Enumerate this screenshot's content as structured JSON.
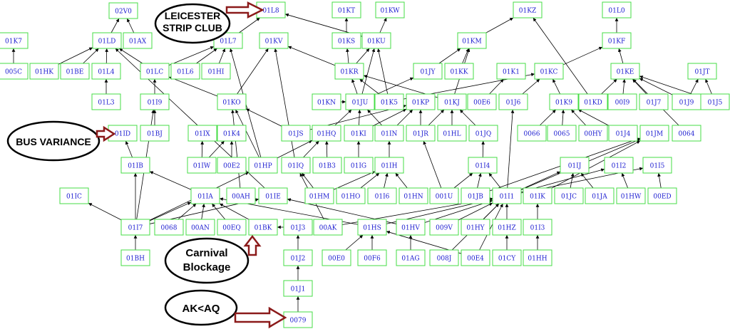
{
  "nodes": [
    {
      "id": "02V0",
      "label": "02V0"
    },
    {
      "id": "01L8",
      "label": "01L8"
    },
    {
      "id": "01KT",
      "label": "01KT"
    },
    {
      "id": "01KW",
      "label": "01KW"
    },
    {
      "id": "01KZ",
      "label": "01KZ"
    },
    {
      "id": "01L0",
      "label": "01L0"
    },
    {
      "id": "01K7",
      "label": "01K7"
    },
    {
      "id": "01LD",
      "label": "01LD"
    },
    {
      "id": "01AX",
      "label": "01AX"
    },
    {
      "id": "01L7",
      "label": "01L7"
    },
    {
      "id": "01KS",
      "label": "01KS"
    },
    {
      "id": "01KU",
      "label": "01KU"
    },
    {
      "id": "01KM",
      "label": "01KM"
    },
    {
      "id": "01KF",
      "label": "01KF"
    },
    {
      "id": "005C",
      "label": "005C"
    },
    {
      "id": "01HK",
      "label": "01HK"
    },
    {
      "id": "01BE",
      "label": "01BE"
    },
    {
      "id": "01L4",
      "label": "01L4"
    },
    {
      "id": "01LC",
      "label": "01LC"
    },
    {
      "id": "01L6",
      "label": "01L6"
    },
    {
      "id": "01HI",
      "label": "01HI"
    },
    {
      "id": "01KV",
      "label": "01KV"
    },
    {
      "id": "01KR",
      "label": "01KR"
    },
    {
      "id": "01JY",
      "label": "01JY"
    },
    {
      "id": "01KK",
      "label": "01KK"
    },
    {
      "id": "01K1",
      "label": "01K1"
    },
    {
      "id": "01KC",
      "label": "01KC"
    },
    {
      "id": "01KE",
      "label": "01KE"
    },
    {
      "id": "01JT",
      "label": "01JT"
    },
    {
      "id": "01L3",
      "label": "01L3"
    },
    {
      "id": "01I9",
      "label": "01I9"
    },
    {
      "id": "01KO",
      "label": "01KO"
    },
    {
      "id": "01KN",
      "label": "01KN"
    },
    {
      "id": "01JU",
      "label": "01JU"
    },
    {
      "id": "01K5",
      "label": "01K5"
    },
    {
      "id": "01KP",
      "label": "01KP"
    },
    {
      "id": "01KJ",
      "label": "01KJ"
    },
    {
      "id": "00E6",
      "label": "00E6"
    },
    {
      "id": "01J6",
      "label": "01J6"
    },
    {
      "id": "01K9",
      "label": "01K9"
    },
    {
      "id": "01KD",
      "label": "01KD"
    },
    {
      "id": "00I9",
      "label": "00I9"
    },
    {
      "id": "01J7",
      "label": "01J7"
    },
    {
      "id": "01J9",
      "label": "01J9"
    },
    {
      "id": "01J5",
      "label": "01J5"
    },
    {
      "id": "01ID",
      "label": "01ID"
    },
    {
      "id": "01BJ",
      "label": "01BJ"
    },
    {
      "id": "01IX",
      "label": "01IX"
    },
    {
      "id": "01K4",
      "label": "01K4"
    },
    {
      "id": "01JS",
      "label": "01JS"
    },
    {
      "id": "01HQ",
      "label": "01HQ"
    },
    {
      "id": "01KI",
      "label": "01KI"
    },
    {
      "id": "01IN",
      "label": "01IN"
    },
    {
      "id": "01JR",
      "label": "01JR"
    },
    {
      "id": "01HL",
      "label": "01HL"
    },
    {
      "id": "01JQ",
      "label": "01JQ"
    },
    {
      "id": "0066",
      "label": "0066"
    },
    {
      "id": "0065",
      "label": "0065"
    },
    {
      "id": "00HY",
      "label": "00HY"
    },
    {
      "id": "01J4",
      "label": "01J4"
    },
    {
      "id": "01JM",
      "label": "01JM"
    },
    {
      "id": "0064",
      "label": "0064"
    },
    {
      "id": "01IB",
      "label": "01IB"
    },
    {
      "id": "01IW",
      "label": "01IW"
    },
    {
      "id": "00E2",
      "label": "00E2"
    },
    {
      "id": "01HP",
      "label": "01HP"
    },
    {
      "id": "01IQ",
      "label": "01IQ"
    },
    {
      "id": "01B3",
      "label": "01B3"
    },
    {
      "id": "01IG",
      "label": "01IG"
    },
    {
      "id": "01IH",
      "label": "01IH"
    },
    {
      "id": "01I4",
      "label": "01I4"
    },
    {
      "id": "01IJ",
      "label": "01IJ"
    },
    {
      "id": "01I2",
      "label": "01I2"
    },
    {
      "id": "01I5",
      "label": "01I5"
    },
    {
      "id": "01IC",
      "label": "01IC"
    },
    {
      "id": "01IA",
      "label": "01IA"
    },
    {
      "id": "00AH",
      "label": "00AH"
    },
    {
      "id": "01IE",
      "label": "01IE"
    },
    {
      "id": "01HM",
      "label": "01HM"
    },
    {
      "id": "01HO",
      "label": "01HO"
    },
    {
      "id": "01I6",
      "label": "01I6"
    },
    {
      "id": "01HN",
      "label": "01HN"
    },
    {
      "id": "001U",
      "label": "001U"
    },
    {
      "id": "01JB",
      "label": "01JB"
    },
    {
      "id": "01I1",
      "label": "01I1"
    },
    {
      "id": "01IK",
      "label": "01IK"
    },
    {
      "id": "01JC",
      "label": "01JC"
    },
    {
      "id": "01JA",
      "label": "01JA"
    },
    {
      "id": "01HW",
      "label": "01HW"
    },
    {
      "id": "00ED",
      "label": "00ED"
    },
    {
      "id": "01I7",
      "label": "01I7"
    },
    {
      "id": "0068",
      "label": "0068"
    },
    {
      "id": "00AN",
      "label": "00AN"
    },
    {
      "id": "00EQ",
      "label": "00EQ"
    },
    {
      "id": "01BK",
      "label": "01BK"
    },
    {
      "id": "01J3",
      "label": "01J3"
    },
    {
      "id": "00AK",
      "label": "00AK"
    },
    {
      "id": "01HS",
      "label": "01HS"
    },
    {
      "id": "01HV",
      "label": "01HV"
    },
    {
      "id": "009V",
      "label": "009V"
    },
    {
      "id": "01HY",
      "label": "01HY"
    },
    {
      "id": "01HZ",
      "label": "01HZ"
    },
    {
      "id": "01I3",
      "label": "01I3"
    },
    {
      "id": "01BH",
      "label": "01BH"
    },
    {
      "id": "01J2",
      "label": "01J2"
    },
    {
      "id": "00E0",
      "label": "00E0"
    },
    {
      "id": "00F6",
      "label": "00F6"
    },
    {
      "id": "01AG",
      "label": "01AG"
    },
    {
      "id": "008J",
      "label": "008J"
    },
    {
      "id": "00E4",
      "label": "00E4"
    },
    {
      "id": "01CY",
      "label": "01CY"
    },
    {
      "id": "01HH",
      "label": "01HH"
    },
    {
      "id": "01J1",
      "label": "01J1"
    },
    {
      "id": "0079",
      "label": "0079"
    }
  ],
  "edges": [
    [
      "01LD",
      "02V0"
    ],
    [
      "01AX",
      "02V0"
    ],
    [
      "01L7",
      "01L8"
    ],
    [
      "01KU",
      "01L8"
    ],
    [
      "01KS",
      "01KT"
    ],
    [
      "01KU",
      "01KW"
    ],
    [
      "01KM",
      "01KZ"
    ],
    [
      "01KF",
      "01L0"
    ],
    [
      "005C",
      "01K7"
    ],
    [
      "01HK",
      "01LD"
    ],
    [
      "01BE",
      "01LD"
    ],
    [
      "01L4",
      "01LD"
    ],
    [
      "01LC",
      "01LD"
    ],
    [
      "01IE",
      "01LD"
    ],
    [
      "01L6",
      "01L7"
    ],
    [
      "01HI",
      "01L7"
    ],
    [
      "01HP",
      "01L7"
    ],
    [
      "01LC",
      "01L7"
    ],
    [
      "01KR",
      "01KS"
    ],
    [
      "01KR",
      "01KU"
    ],
    [
      "01JU",
      "01KU"
    ],
    [
      "01K5",
      "01KU"
    ],
    [
      "01JY",
      "01KM"
    ],
    [
      "01KK",
      "01KM"
    ],
    [
      "01KJ",
      "01KM"
    ],
    [
      "01KC",
      "01KF"
    ],
    [
      "01KE",
      "01KF"
    ],
    [
      "01KR",
      "01KV"
    ],
    [
      "01KO",
      "01KV"
    ],
    [
      "01IQ",
      "01KV"
    ],
    [
      "01JU",
      "01KR"
    ],
    [
      "01K5",
      "01KR"
    ],
    [
      "01KJ",
      "01KR"
    ],
    [
      "01JU",
      "01JY"
    ],
    [
      "00E6",
      "01K1"
    ],
    [
      "01J6",
      "01KC"
    ],
    [
      "01K9",
      "01KC"
    ],
    [
      "01K5",
      "01KC"
    ],
    [
      "01KD",
      "01KZ"
    ],
    [
      "01KD",
      "01KE"
    ],
    [
      "00I9",
      "01KE"
    ],
    [
      "01J7",
      "01KE"
    ],
    [
      "01J9",
      "01KE"
    ],
    [
      "01J5",
      "01KE"
    ],
    [
      "01J9",
      "01JT"
    ],
    [
      "01J5",
      "01JT"
    ],
    [
      "01L3",
      "01L4"
    ],
    [
      "01I9",
      "01LC"
    ],
    [
      "01KO",
      "01LC"
    ],
    [
      "01BJ",
      "01I9"
    ],
    [
      "01JS",
      "01KO"
    ],
    [
      "01HP",
      "01KO"
    ],
    [
      "01KN",
      "01JU"
    ],
    [
      "01KI",
      "01JU"
    ],
    [
      "01IN",
      "01JU"
    ],
    [
      "01IN",
      "01KP"
    ],
    [
      "01JR",
      "01KP"
    ],
    [
      "01KI",
      "01KP"
    ],
    [
      "01JR",
      "01KJ"
    ],
    [
      "01HL",
      "01KJ"
    ],
    [
      "01JQ",
      "01KJ"
    ],
    [
      "01JS",
      "01KP"
    ],
    [
      "01HQ",
      "01JU"
    ],
    [
      "01I1",
      "01J6"
    ],
    [
      "0066",
      "01K9"
    ],
    [
      "0065",
      "01K9"
    ],
    [
      "00HY",
      "01K9"
    ],
    [
      "01J4",
      "01K9"
    ],
    [
      "0064",
      "01KE"
    ],
    [
      "01IB",
      "01ID"
    ],
    [
      "01IW",
      "01IX"
    ],
    [
      "01IW",
      "01K4"
    ],
    [
      "00E2",
      "01K4"
    ],
    [
      "01HP",
      "01HQ"
    ],
    [
      "01IQ",
      "01HQ"
    ],
    [
      "01B3",
      "01HQ"
    ],
    [
      "01IG",
      "01KI"
    ],
    [
      "01IH",
      "01IN"
    ],
    [
      "001U",
      "01JR"
    ],
    [
      "01I4",
      "01JQ"
    ],
    [
      "01I7",
      "01IB"
    ],
    [
      "01I7",
      "01I9"
    ],
    [
      "01IA",
      "01IB"
    ],
    [
      "01I7",
      "01IC"
    ],
    [
      "01I7",
      "01IA"
    ],
    [
      "0068",
      "01IA"
    ],
    [
      "00AN",
      "01IA"
    ],
    [
      "00EQ",
      "01IA"
    ],
    [
      "01BK",
      "01IA"
    ],
    [
      "01HS",
      "01IA"
    ],
    [
      "00AH",
      "01KO"
    ],
    [
      "01I7",
      "01IE"
    ],
    [
      "01HV",
      "01IE"
    ],
    [
      "01HM",
      "01IH"
    ],
    [
      "01HO",
      "01IH"
    ],
    [
      "01I6",
      "01IH"
    ],
    [
      "01HN",
      "01IH"
    ],
    [
      "01I7",
      "01HP"
    ],
    [
      "01JB",
      "01I4"
    ],
    [
      "01I1",
      "01I4"
    ],
    [
      "001U",
      "01I4"
    ],
    [
      "01I1",
      "01IJ"
    ],
    [
      "01I1",
      "01I2"
    ],
    [
      "01I1",
      "01I5"
    ],
    [
      "01JC",
      "01IJ"
    ],
    [
      "01JA",
      "01IJ"
    ],
    [
      "01HW",
      "01I2"
    ],
    [
      "00ED",
      "01I5"
    ],
    [
      "01I1",
      "01JM"
    ],
    [
      "01JB",
      "01JM"
    ],
    [
      "01IK",
      "01JM"
    ],
    [
      "01BH",
      "01I7"
    ],
    [
      "01J3",
      "01BK"
    ],
    [
      "00AK",
      "01IQ"
    ],
    [
      "00E0",
      "01HS"
    ],
    [
      "00F6",
      "01HS"
    ],
    [
      "01AG",
      "01HV"
    ],
    [
      "009V",
      "01I1"
    ],
    [
      "01HY",
      "01I1"
    ],
    [
      "01HZ",
      "01I1"
    ],
    [
      "01I3",
      "01IK"
    ],
    [
      "008J",
      "01I1"
    ],
    [
      "00E4",
      "01I1"
    ],
    [
      "01CY",
      "01HZ"
    ],
    [
      "01HH",
      "01I3"
    ],
    [
      "01J2",
      "01J3"
    ],
    [
      "01J1",
      "01J2"
    ],
    [
      "0079",
      "01J1"
    ],
    [
      "00AK",
      "01I1"
    ],
    [
      "01HV",
      "01I1"
    ],
    [
      "01HS",
      "01I1"
    ],
    [
      "00E4",
      "01HS"
    ],
    [
      "01HM",
      "01IQ"
    ]
  ],
  "callouts": [
    {
      "id": "leicester",
      "lines": [
        "LEICESTER",
        "STRIP CLUB"
      ]
    },
    {
      "id": "bus-variance",
      "lines": [
        "BUS VARIANCE"
      ]
    },
    {
      "id": "carnival",
      "lines": [
        "Carnival",
        "Blockage"
      ]
    },
    {
      "id": "akaq",
      "lines": [
        "AK<AQ"
      ]
    }
  ]
}
